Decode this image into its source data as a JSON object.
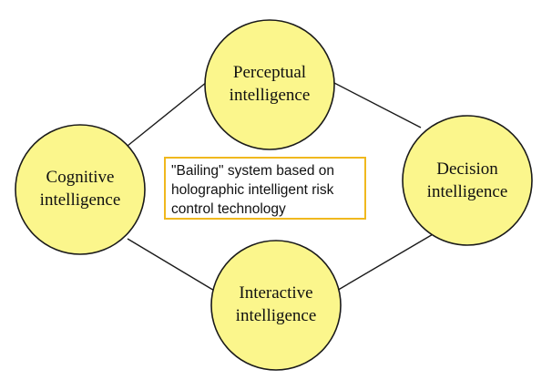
{
  "diagram": {
    "nodes": {
      "perceptual": {
        "line1": "Perceptual",
        "line2": "intelligence"
      },
      "cognitive": {
        "line1": "Cognitive",
        "line2": "intelligence"
      },
      "decision": {
        "line1": "Decision",
        "line2": "intelligence"
      },
      "interactive": {
        "line1": "Interactive",
        "line2": "intelligence"
      }
    },
    "center": {
      "line1": "\"Bailing\" system based on",
      "line2": "holographic intelligent risk",
      "line3": "control technology"
    },
    "colors": {
      "node_fill": "#fbf68c",
      "node_stroke": "#1a1a1a",
      "connector": "#1a1a1a",
      "center_border": "#f0b81e"
    }
  }
}
